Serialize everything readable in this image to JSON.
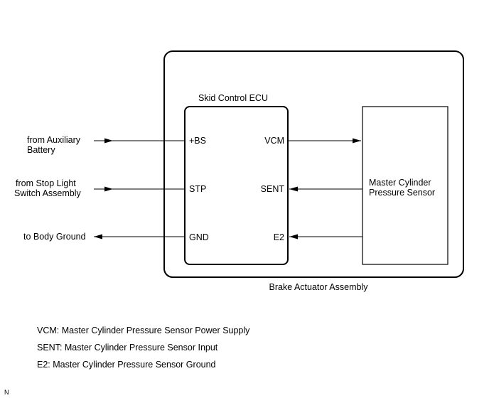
{
  "diagram": {
    "assembly_label": "Brake Actuator Assembly",
    "ecu_label": "Skid Control ECU",
    "sensor_label": [
      "Master Cylinder",
      "Pressure Sensor"
    ],
    "external": {
      "aux_battery": [
        "from Auxiliary",
        "Battery"
      ],
      "stop_light": [
        "from Stop Light",
        "Switch Assembly"
      ],
      "body_ground": "to Body Ground"
    },
    "ecu_pins_left": [
      "+BS",
      "STP",
      "GND"
    ],
    "ecu_pins_right": [
      "VCM",
      "SENT",
      "E2"
    ]
  },
  "legend": [
    "VCM: Master Cylinder Pressure Sensor Power Supply",
    "SENT: Master Cylinder Pressure Sensor Input",
    "E2: Master Cylinder Pressure Sensor Ground"
  ],
  "corner_mark": "N"
}
